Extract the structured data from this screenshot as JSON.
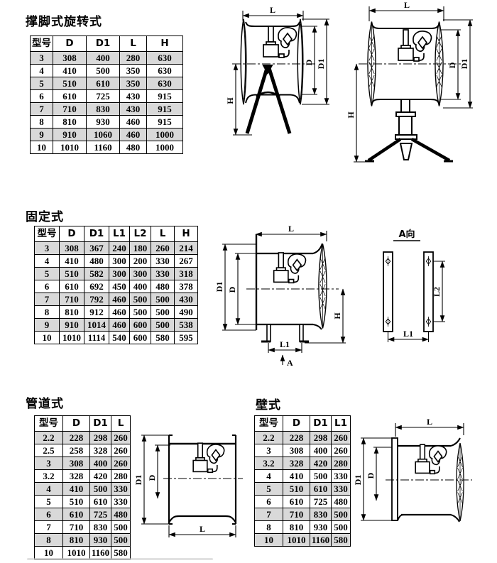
{
  "colors": {
    "paper": "#ffffff",
    "ink": "#000000",
    "row_shade": "#d9d9d9"
  },
  "sections": [
    {
      "id": "tripod",
      "title": "撑脚式旋转式",
      "table": {
        "headers": [
          "型号",
          "D",
          "D1",
          "L",
          "H"
        ],
        "rows": [
          [
            "3",
            "308",
            "400",
            "280",
            "630"
          ],
          [
            "4",
            "410",
            "500",
            "350",
            "630"
          ],
          [
            "5",
            "510",
            "610",
            "350",
            "630"
          ],
          [
            "6",
            "610",
            "725",
            "430",
            "915"
          ],
          [
            "7",
            "710",
            "830",
            "430",
            "915"
          ],
          [
            "8",
            "810",
            "930",
            "460",
            "915"
          ],
          [
            "9",
            "910",
            "1060",
            "460",
            "1000"
          ],
          [
            "10",
            "1010",
            "1160",
            "480",
            "1000"
          ]
        ]
      }
    },
    {
      "id": "fixed",
      "title": "固定式",
      "table": {
        "headers": [
          "型号",
          "D",
          "D1",
          "L1",
          "L2",
          "L",
          "H"
        ],
        "rows": [
          [
            "3",
            "308",
            "367",
            "240",
            "180",
            "260",
            "214"
          ],
          [
            "4",
            "410",
            "480",
            "300",
            "200",
            "330",
            "267"
          ],
          [
            "5",
            "510",
            "582",
            "300",
            "300",
            "330",
            "318"
          ],
          [
            "6",
            "610",
            "692",
            "450",
            "400",
            "480",
            "378"
          ],
          [
            "7",
            "710",
            "792",
            "460",
            "500",
            "500",
            "430"
          ],
          [
            "8",
            "810",
            "912",
            "460",
            "500",
            "500",
            "490"
          ],
          [
            "9",
            "910",
            "1014",
            "460",
            "600",
            "500",
            "538"
          ],
          [
            "10",
            "1010",
            "1114",
            "540",
            "600",
            "580",
            "595"
          ]
        ]
      }
    },
    {
      "id": "duct",
      "title": "管道式",
      "table": {
        "headers": [
          "型号",
          "D",
          "D1",
          "L"
        ],
        "rows": [
          [
            "2.2",
            "228",
            "298",
            "260"
          ],
          [
            "2.5",
            "258",
            "328",
            "260"
          ],
          [
            "3",
            "308",
            "400",
            "260"
          ],
          [
            "3.2",
            "328",
            "420",
            "280"
          ],
          [
            "4",
            "410",
            "500",
            "330"
          ],
          [
            "5",
            "510",
            "610",
            "330"
          ],
          [
            "6",
            "610",
            "725",
            "480"
          ],
          [
            "7",
            "710",
            "830",
            "500"
          ],
          [
            "8",
            "810",
            "930",
            "500"
          ],
          [
            "10",
            "1010",
            "1160",
            "580"
          ]
        ]
      }
    },
    {
      "id": "wall",
      "title": "壁式",
      "table": {
        "headers": [
          "型号",
          "D",
          "D1",
          "L1"
        ],
        "rows": [
          [
            "2.2",
            "228",
            "298",
            "260"
          ],
          [
            "3",
            "308",
            "400",
            "260"
          ],
          [
            "3.2",
            "328",
            "420",
            "280"
          ],
          [
            "4",
            "410",
            "500",
            "330"
          ],
          [
            "5",
            "510",
            "610",
            "330"
          ],
          [
            "6",
            "610",
            "725",
            "480"
          ],
          [
            "7",
            "710",
            "830",
            "500"
          ],
          [
            "8",
            "810",
            "930",
            "500"
          ],
          [
            "10",
            "1010",
            "1160",
            "580"
          ]
        ]
      }
    }
  ],
  "drawings": {
    "tripod": {
      "dims": {
        "L": "L",
        "D": "D",
        "D1": "D1",
        "H": "H"
      }
    },
    "pedestal": {
      "dims": {
        "L": "L",
        "D": "D",
        "D1": "D1",
        "H": "H"
      }
    },
    "fixed": {
      "dims": {
        "L": "L",
        "D": "D",
        "D1": "D1",
        "H": "H",
        "L1": "L1",
        "A": "A"
      }
    },
    "view_a": {
      "title": "A向",
      "dims": {
        "L1": "L1",
        "L2": "L2"
      }
    },
    "duct": {
      "dims": {
        "L": "L",
        "D": "D",
        "D1": "D1"
      }
    },
    "wall": {
      "dims": {
        "L": "L",
        "D": "D",
        "D1": "D1"
      }
    }
  }
}
